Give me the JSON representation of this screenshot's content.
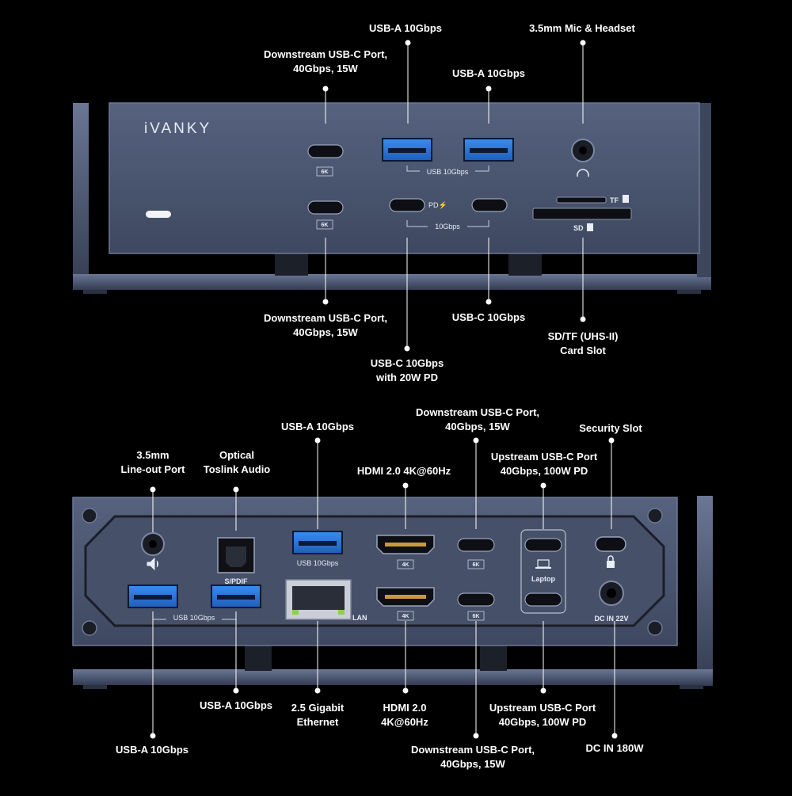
{
  "brand": "iVANKY",
  "front_panel": {
    "callouts": [
      {
        "id": "fc1",
        "text": "Downstream USB-C Port,\n40Gbps, 15W"
      },
      {
        "id": "fc2",
        "text": "USB-A 10Gbps"
      },
      {
        "id": "fc3",
        "text": "USB-A 10Gbps"
      },
      {
        "id": "fc4",
        "text": "3.5mm Mic & Headset"
      },
      {
        "id": "fc5",
        "text": "Downstream USB-C Port,\n40Gbps, 15W"
      },
      {
        "id": "fc6",
        "text": "USB-C 10Gbps\nwith 20W PD"
      },
      {
        "id": "fc7",
        "text": "USB-C 10Gbps"
      },
      {
        "id": "fc8",
        "text": "SD/TF (UHS-II)\nCard Slot"
      }
    ],
    "labels": {
      "sixk_top": "6K",
      "sixk_bottom": "6K",
      "usb_a_group": "USB 10Gbps",
      "pd": "PD⚡",
      "usbc_group": "10Gbps",
      "tf": "TF",
      "sd": "SD"
    }
  },
  "rear_panel": {
    "callouts": [
      {
        "id": "rc1",
        "text": "3.5mm\nLine-out Port"
      },
      {
        "id": "rc2",
        "text": "Optical\nToslink Audio"
      },
      {
        "id": "rc3",
        "text": "USB-A 10Gbps"
      },
      {
        "id": "rc4",
        "text": "HDMI 2.0 4K@60Hz"
      },
      {
        "id": "rc5",
        "text": "Downstream USB-C Port,\n40Gbps, 15W"
      },
      {
        "id": "rc6",
        "text": "Upstream USB-C Port\n40Gbps, 100W PD"
      },
      {
        "id": "rc7",
        "text": "Security Slot"
      },
      {
        "id": "rc8",
        "text": "USB-A 10Gbps"
      },
      {
        "id": "rc9",
        "text": "USB-A 10Gbps"
      },
      {
        "id": "rc10",
        "text": "2.5 Gigabit\nEthernet"
      },
      {
        "id": "rc11",
        "text": "HDMI 2.0\n4K@60Hz"
      },
      {
        "id": "rc12",
        "text": "Downstream USB-C Port,\n40Gbps, 15W"
      },
      {
        "id": "rc13",
        "text": "Upstream USB-C Port\n40Gbps, 100W PD"
      },
      {
        "id": "rc14",
        "text": "DC IN 180W"
      }
    ],
    "labels": {
      "usb_top": "USB 10Gbps",
      "spdif": "S/PDIF",
      "usb_bottom": "USB 10Gbps",
      "lan": "LAN",
      "fourk_top": "4K",
      "fourk_bottom": "4K",
      "sixk_top": "6K",
      "sixk_bottom": "6K",
      "laptop": "Laptop",
      "dc_in": "DC IN 22V"
    }
  },
  "colors": {
    "background": "#000000",
    "chassis": "#4b5670",
    "usb_blue": "#2f7fe0",
    "port_black": "#0d0f14",
    "text": "#ffffff"
  }
}
